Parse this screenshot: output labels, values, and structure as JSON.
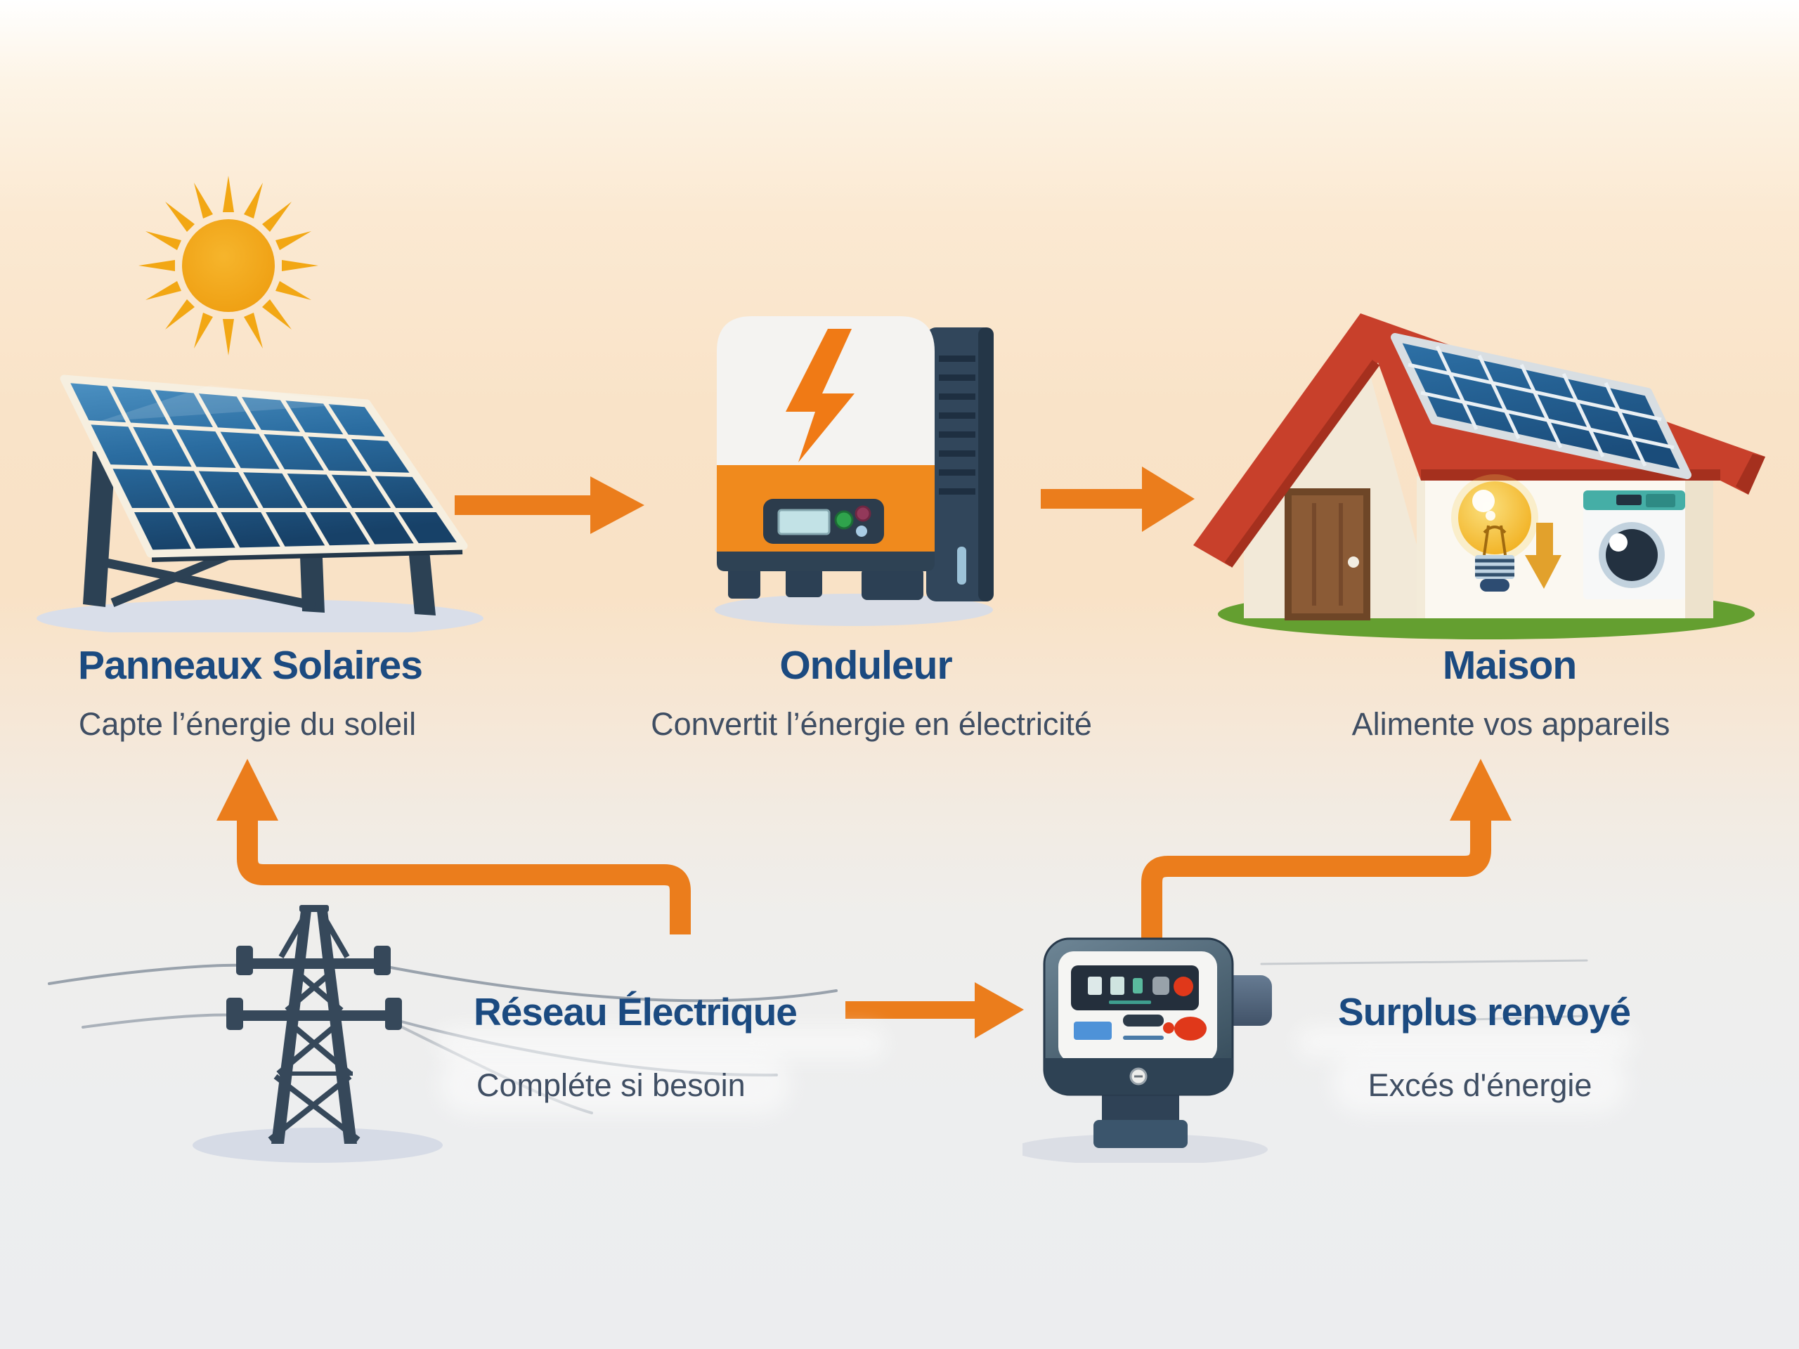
{
  "diagram": {
    "kind": "flow-infographic",
    "language": "fr",
    "subject": "residential solar energy flow"
  },
  "nodes": {
    "panels": {
      "title": "Panneaux Solaires",
      "subtitle": "Capte l’énergie du soleil",
      "icon": "sun-and-solar-panel-icon"
    },
    "inverter": {
      "title": "Onduleur",
      "subtitle": "Convertit l’énergie en électricité",
      "icon": "inverter-icon"
    },
    "house": {
      "title": "Maison",
      "subtitle": "Alimente vos appareils",
      "icon": "house-solar-roof-icon"
    },
    "grid": {
      "title": "Réseau Électrique",
      "subtitle": "Compléte si besoin",
      "icon": "transmission-tower-icon"
    },
    "surplus": {
      "title": "Surplus renvoyé",
      "subtitle": "Excés d'énergie",
      "icon": "electricity-meter-icon"
    }
  },
  "flows": [
    {
      "from": "Panneaux Solaires",
      "to": "Onduleur",
      "style": "straight-right-arrow"
    },
    {
      "from": "Onduleur",
      "to": "Maison",
      "style": "straight-right-arrow"
    },
    {
      "from": "Réseau Électrique",
      "to": "Panneaux Solaires",
      "style": "elbow-up-arrow"
    },
    {
      "from": "Réseau Électrique",
      "to": "Surplus renvoyé",
      "style": "straight-right-arrow"
    },
    {
      "from": "Surplus renvoyé",
      "to": "Maison",
      "style": "elbow-up-arrow"
    }
  ],
  "colors": {
    "arrow": "#eb7d1c",
    "title": "#1b4a80",
    "subtitle": "#3f4e63",
    "sun": "#f2a71b",
    "panel_blue": "#2668a0",
    "roof_red": "#c8402b",
    "accent_band": "#f08a1d",
    "slate": "#36485a",
    "grass_green": "#649f30",
    "meter_red": "#e0381a",
    "screen_teal": "#c2e2e6",
    "background_top": "#f9e2c6",
    "background_bottom": "#ecedef"
  }
}
